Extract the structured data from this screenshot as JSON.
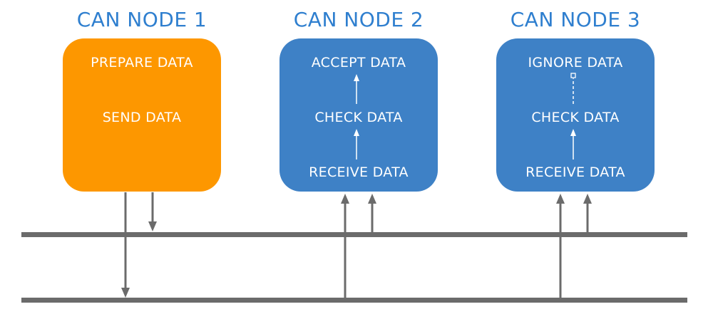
{
  "nodes": [
    {
      "title": "CAN NODE 1",
      "color": "#fd9700",
      "steps": [
        "PREPARE DATA",
        "SEND DATA"
      ]
    },
    {
      "title": "CAN NODE 2",
      "color": "#3e81c6",
      "steps": [
        "ACCEPT DATA",
        "CHECK DATA",
        "RECEIVE DATA"
      ]
    },
    {
      "title": "CAN NODE 3",
      "color": "#3e81c6",
      "steps": [
        "IGNORE DATA",
        "CHECK DATA",
        "RECEIVE DATA"
      ]
    }
  ],
  "colors": {
    "title": "#2f7fcf",
    "bus": "#6b6b6b"
  }
}
